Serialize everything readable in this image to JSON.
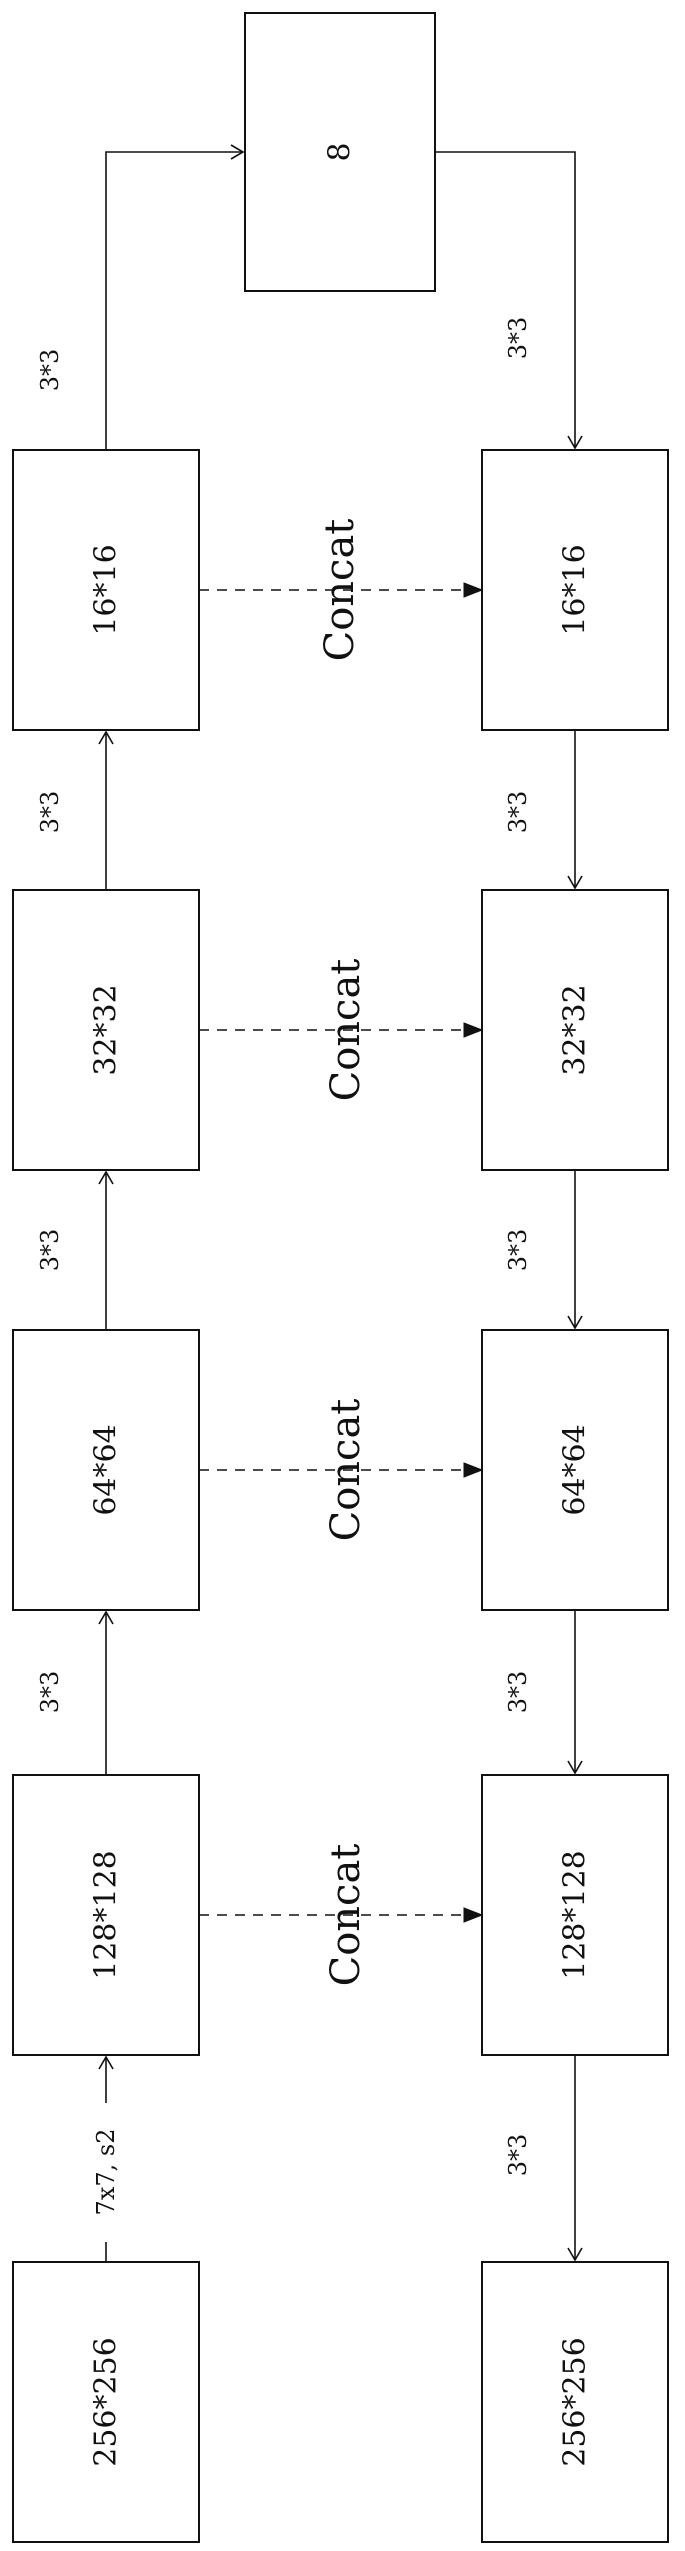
{
  "diagram": {
    "encoder": {
      "input": "256*256",
      "level1": "128*128",
      "level2": "64*64",
      "level3": "32*32",
      "level4": "16*16"
    },
    "bottleneck": "8",
    "decoder": {
      "level4": "16*16",
      "level3": "32*32",
      "level2": "64*64",
      "level1": "128*128",
      "output": "256*256"
    },
    "edges": {
      "stem": "7x7, s2",
      "enc_1_2": "3*3",
      "enc_2_3": "3*3",
      "enc_3_4": "3*3",
      "enc_to_bottleneck": "3*3",
      "bottleneck_to_dec": "3*3",
      "dec_4_3": "3*3",
      "dec_3_2": "3*3",
      "dec_2_1": "3*3",
      "dec_1_out": "3*3"
    },
    "skips": {
      "skip4": "Concat",
      "skip3": "Concat",
      "skip2": "Concat",
      "skip1": "Concat"
    }
  }
}
